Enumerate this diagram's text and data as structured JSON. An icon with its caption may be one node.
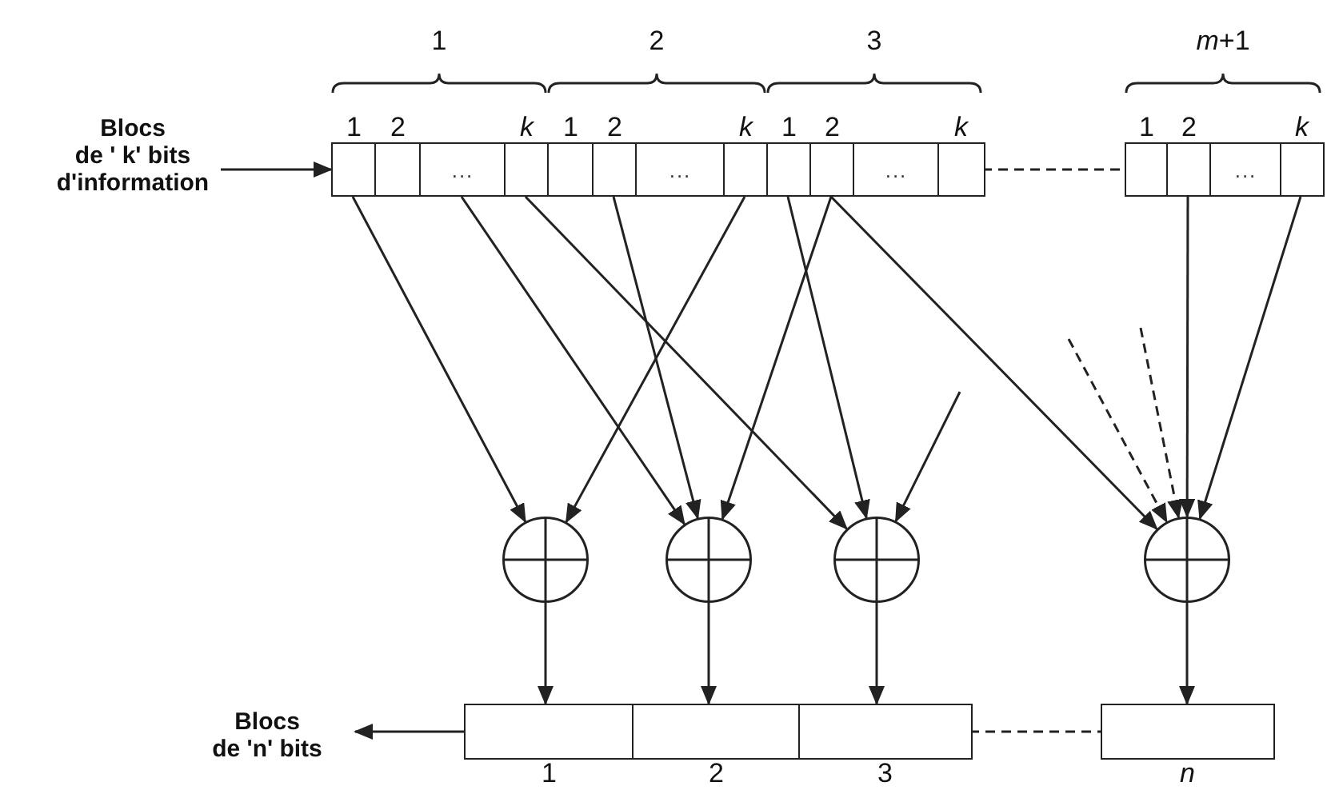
{
  "diagram": {
    "nodes": [
      {
        "text": [
          "Blocs",
          "de ' k' bits d'information"
        ]
      },
      {
        "text": [
          "1"
        ]
      },
      {
        "text": [
          "2"
        ]
      },
      {
        "text": [
          "..."
        ]
      },
      {
        "text": [
          "k"
        ]
      },
      {
        "text": [
          "1"
        ]
      },
      {
        "text": [
          "2"
        ]
      },
      {
        "text": [
          "..."
        ]
      },
      {
        "text": [
          "k"
        ]
      },
      {
        "text": [
          "1"
        ]
      },
      {
        "text": [
          "2"
        ]
      },
      {
        "text": [
          "..."
        ]
      },
      {
        "text": [
          "k"
        ]
      },
      {
        "text": [
          "1"
        ]
      },
      {
        "text": [
          "2"
        ]
      },
      {
        "text": [
          "..."
        ]
      },
      {
        "text": [
          "k"
        ]
      },
      {
        "text": [],
        "shape": "circle"
      },
      {
        "text": [],
        "shape": "circle"
      },
      {
        "text": [],
        "shape": "circle"
      },
      {
        "text": [],
        "shape": "circle"
      },
      {
        "text": [
          "1"
        ]
      },
      {
        "text": [
          "2"
        ]
      },
      {
        "text": [
          "3"
        ]
      },
      {
        "text": [
          "n"
        ]
      },
      {
        "text": [
          "Blocs",
          "de 'n' bits"
        ]
      }
    ],
    "edges": [
      {
        "from": 0,
        "to": 1,
        "arrow": "to"
      },
      {
        "from": 12,
        "to": 13,
        "arrow": "none",
        "style": "dashed"
      },
      {
        "from": 1,
        "to": 17,
        "arrow": "to"
      },
      {
        "from": 3,
        "to": 18,
        "arrow": "to"
      },
      {
        "from": 4,
        "to": 19,
        "arrow": "to"
      },
      {
        "from": 6,
        "to": 18,
        "arrow": "to"
      },
      {
        "from": 8,
        "to": 17,
        "arrow": "to"
      },
      {
        "from": 9,
        "to": 19,
        "arrow": "to"
      },
      {
        "from": 10,
        "to": 18,
        "arrow": "to"
      },
      {
        "from": 10,
        "to": 20,
        "arrow": "to"
      },
      {
        "from": null,
        "to": 19,
        "arrow": "to"
      },
      {
        "from": null,
        "to": 20,
        "arrow": "to",
        "style": "dashed"
      },
      {
        "from": null,
        "to": 20,
        "arrow": "to",
        "style": "dashed"
      },
      {
        "from": 14,
        "to": 20,
        "arrow": "to"
      },
      {
        "from": 16,
        "to": 20,
        "arrow": "to"
      },
      {
        "from": 17,
        "to": 21,
        "arrow": "to"
      },
      {
        "from": 18,
        "to": 22,
        "arrow": "to"
      },
      {
        "from": 19,
        "to": 23,
        "arrow": "to"
      },
      {
        "from": 20,
        "to": 24,
        "arrow": "to"
      },
      {
        "from": 23,
        "to": 24,
        "arrow": "none",
        "style": "dashed"
      },
      {
        "from": 21,
        "to": 25,
        "arrow": "to"
      }
    ],
    "labels": [
      "1",
      "2",
      "3",
      "*m*+1"
    ]
  }
}
